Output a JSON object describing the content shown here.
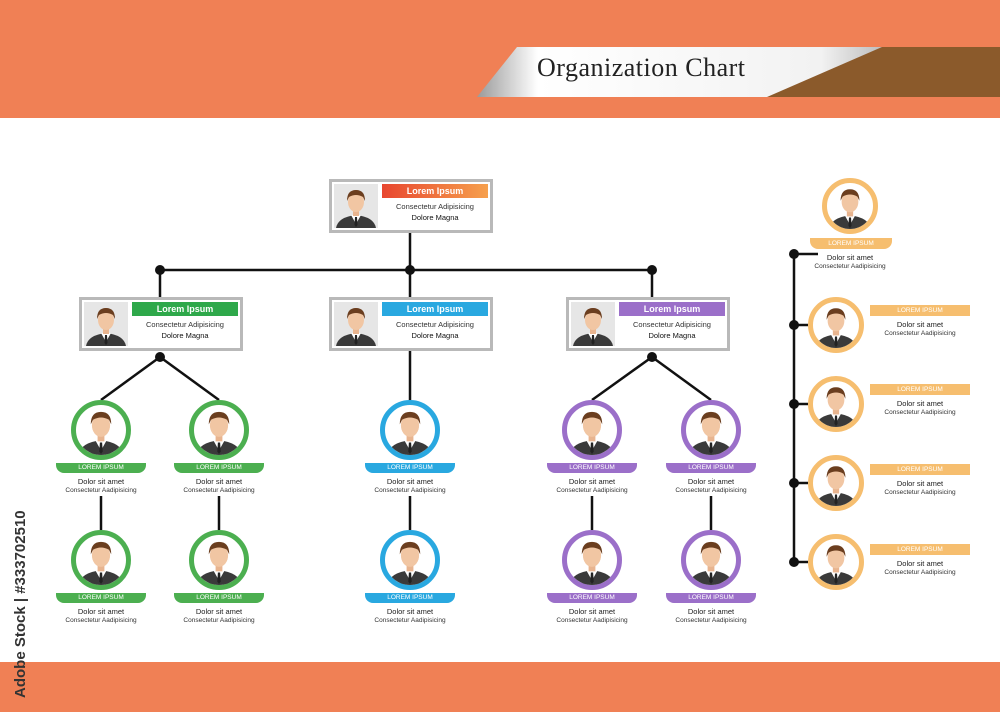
{
  "header": {
    "title": "Organization Chart"
  },
  "watermark": {
    "stock_id": "Adobe Stock | #333702510"
  },
  "colors": {
    "band": "#f08055",
    "red": "#e8462f",
    "green": "#4caf50",
    "blue": "#29a8e0",
    "purple": "#9b6fc9",
    "orange": "#f6be6f",
    "brown": "#8b5a2b"
  },
  "top_card": {
    "name": "Lorem Ipsum",
    "line1": "Consectetur Adipisicing",
    "line2": "Dolore Magna"
  },
  "managers": [
    {
      "name": "Lorem Ipsum",
      "line1": "Consectetur Adipisicing",
      "line2": "Dolore Magna"
    },
    {
      "name": "Lorem Ipsum",
      "line1": "Consectetur Adipisicing",
      "line2": "Dolore Magna"
    },
    {
      "name": "Lorem Ipsum",
      "line1": "Consectetur Adipisicing",
      "line2": "Dolore Magna"
    }
  ],
  "staff": [
    {
      "banner": "LOREM IPSUM",
      "line1": "Dolor sit amet",
      "line2": "Consectetur Aadipisicing"
    },
    {
      "banner": "LOREM IPSUM",
      "line1": "Dolor sit amet",
      "line2": "Consectetur Aadipisicing"
    },
    {
      "banner": "LOREM IPSUM",
      "line1": "Dolor sit amet",
      "line2": "Consectetur Aadipisicing"
    },
    {
      "banner": "LOREM IPSUM",
      "line1": "Dolor sit amet",
      "line2": "Consectetur Aadipisicing"
    },
    {
      "banner": "LOREM IPSUM",
      "line1": "Dolor sit amet",
      "line2": "Consectetur Aadipisicing"
    },
    {
      "banner": "LOREM IPSUM",
      "line1": "Dolor sit amet",
      "line2": "Consectetur Aadipisicing"
    },
    {
      "banner": "LOREM IPSUM",
      "line1": "Dolor sit amet",
      "line2": "Consectetur Aadipisicing"
    },
    {
      "banner": "LOREM IPSUM",
      "line1": "Dolor sit amet",
      "line2": "Consectetur Aadipisicing"
    },
    {
      "banner": "LOREM IPSUM",
      "line1": "Dolor sit amet",
      "line2": "Consectetur Aadipisicing"
    },
    {
      "banner": "LOREM IPSUM",
      "line1": "Dolor sit amet",
      "line2": "Consectetur Aadipisicing"
    }
  ],
  "side_staff": [
    {
      "banner": "LOREM IPSUM",
      "line1": "Dolor sit amet",
      "line2": "Consectetur Aadipisicing"
    },
    {
      "banner": "LOREM IPSUM",
      "line1": "Dolor sit amet",
      "line2": "Consectetur Aadipisicing"
    },
    {
      "banner": "LOREM IPSUM",
      "line1": "Dolor sit amet",
      "line2": "Consectetur Aadipisicing"
    },
    {
      "banner": "LOREM IPSUM",
      "line1": "Dolor sit amet",
      "line2": "Consectetur Aadipisicing"
    },
    {
      "banner": "LOREM IPSUM",
      "line1": "Dolor sit amet",
      "line2": "Consectetur Aadipisicing"
    }
  ]
}
